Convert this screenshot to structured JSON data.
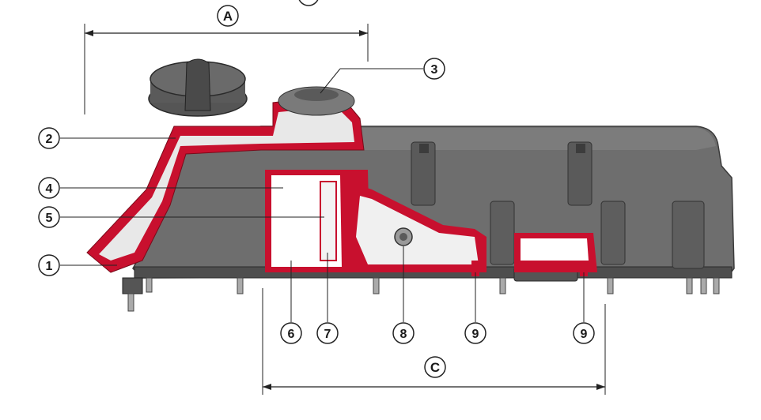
{
  "colors": {
    "housing_fill": "#6e6e6e",
    "housing_dark": "#4a4a4a",
    "section_red": "#c8102e",
    "cavity_white": "#ffffff",
    "line": "#222222"
  },
  "dimensions": {
    "a": "A",
    "b": "B",
    "c": "C"
  },
  "callouts": {
    "c1": "1",
    "c2": "2",
    "c3": "3",
    "c4": "4",
    "c5": "5",
    "c6": "6",
    "c7": "7",
    "c8": "8",
    "c9a": "9",
    "c9b": "9"
  }
}
